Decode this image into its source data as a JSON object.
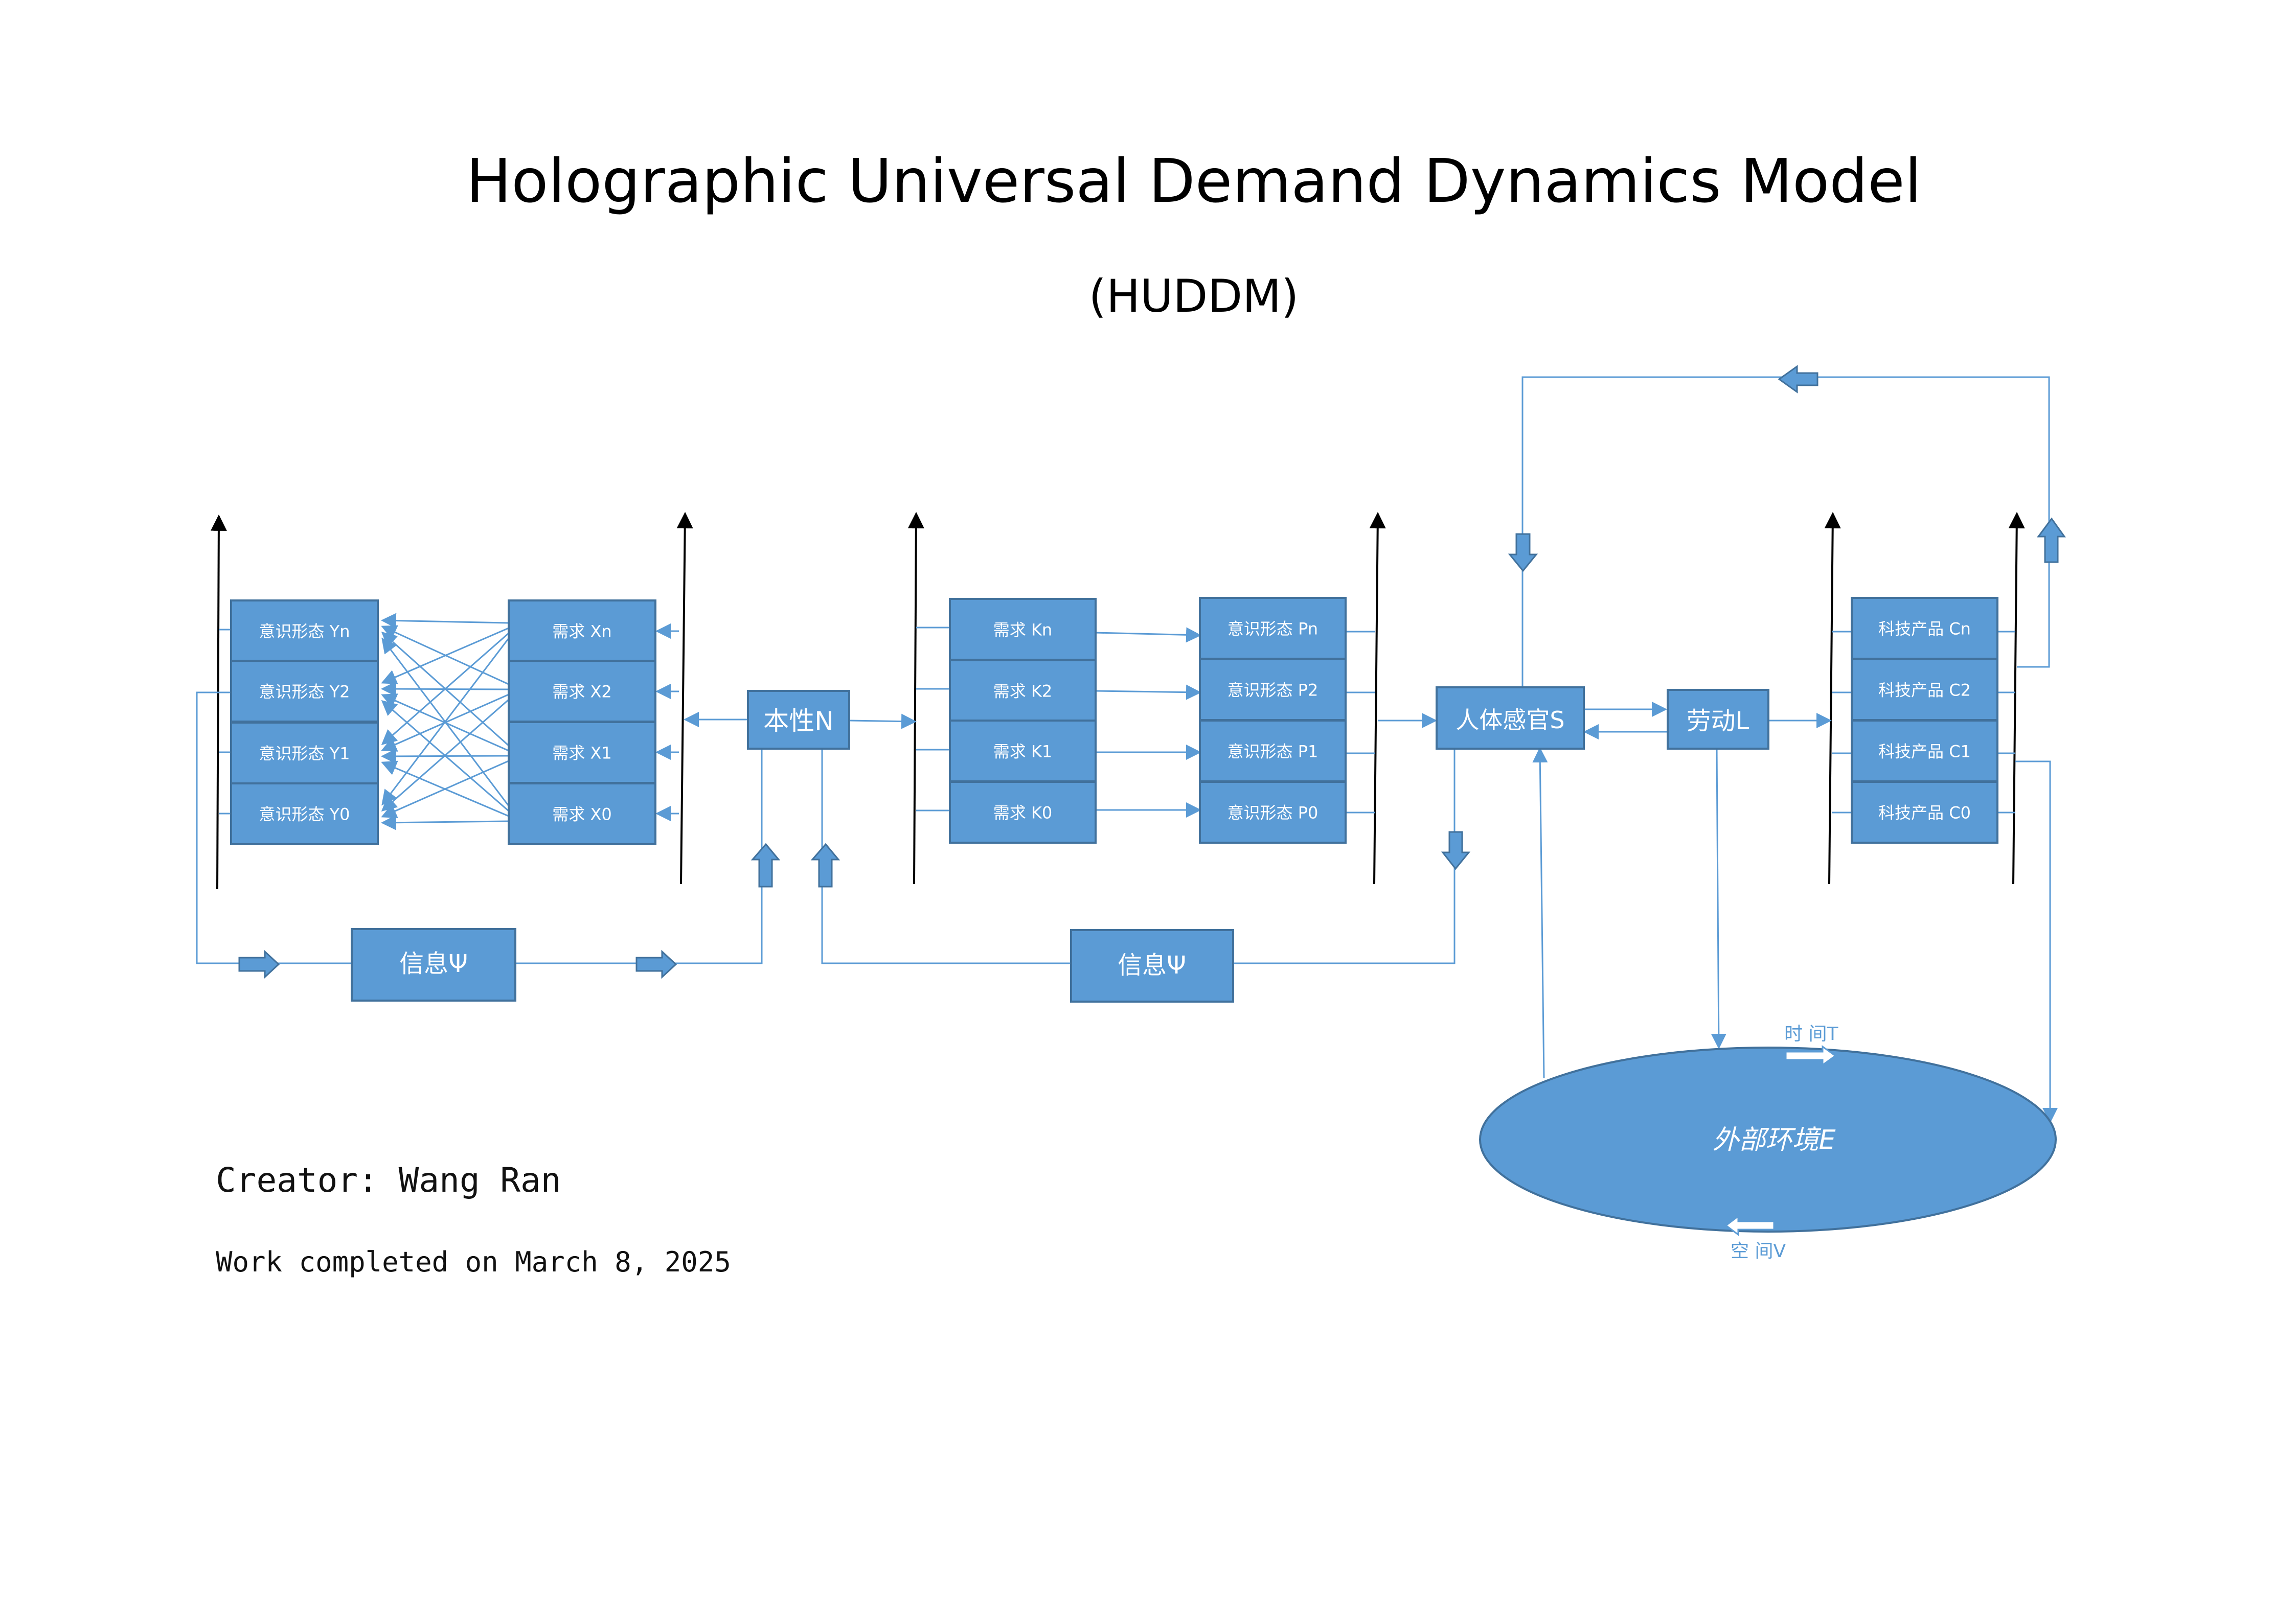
{
  "title": "Holographic Universal Demand Dynamics Model",
  "subtitle": "(HUDDM)",
  "credit": {
    "creator": "Creator: Wang Ran",
    "date": "Work completed on March 8, 2025"
  },
  "columns": {
    "ideology_y": [
      "意识形态 Yn",
      "意识形态 Y2",
      "意识形态 Y1",
      "意识形态 Y0"
    ],
    "demand_x": [
      "需求 Xn",
      "需求 X2",
      "需求 X1",
      "需求 X0"
    ],
    "demand_k": [
      "需求 Kn",
      "需求 K2",
      "需求 K1",
      "需求 K0"
    ],
    "ideology_p": [
      "意识形态 Pn",
      "意识形态 P2",
      "意识形态 P1",
      "意识形态 P0"
    ],
    "tech_c": [
      "科技产品 Cn",
      "科技产品 C2",
      "科技产品 C1",
      "科技产品 C0"
    ]
  },
  "nodes": {
    "nature": "本性N",
    "senses": "人体感官S",
    "labor": "劳动L",
    "info_left": "信息Ψ",
    "info_right": "信息Ψ",
    "environment": "外部环境E",
    "time": "时 间T",
    "space": "空 间V"
  },
  "colors": {
    "box_fill": "#5b9bd5",
    "box_border": "#41719c",
    "connector": "#5b9bd5",
    "axis": "#000000"
  }
}
